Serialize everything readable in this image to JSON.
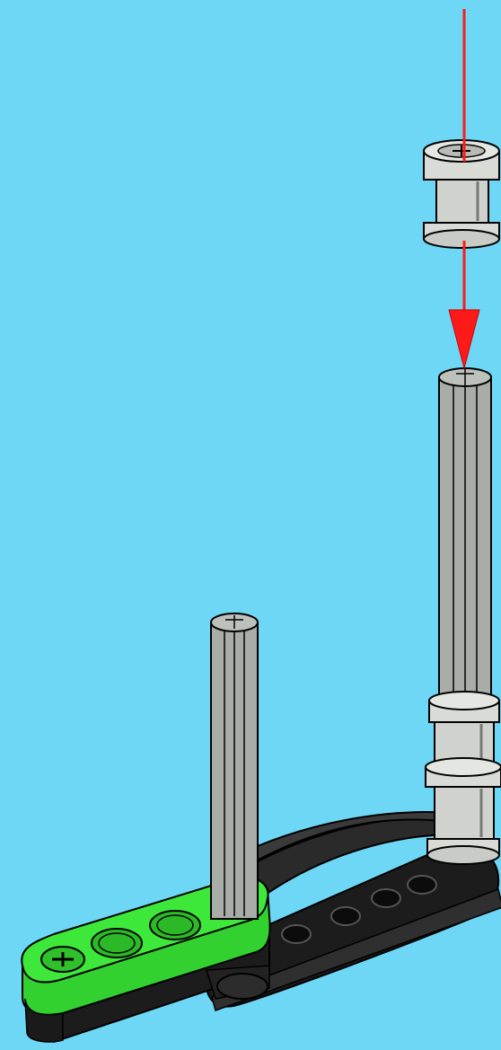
{
  "diagram": {
    "type": "assembly-instruction-step",
    "texts": [],
    "parts": [
      {
        "name": "bushing",
        "color": "#D9DCD6"
      },
      {
        "name": "tall-axle",
        "color": "#A9ADA7"
      },
      {
        "name": "short-axle",
        "color": "#A9ADA7"
      },
      {
        "name": "black-liftarm",
        "color": "#1E1E1E"
      },
      {
        "name": "green-liftarm",
        "color": "#3EE83A"
      }
    ],
    "arrow": {
      "color": "#FF1A1A",
      "direction": "down"
    }
  },
  "colors": {
    "background": "#6ED7F6",
    "arrow": "#FF1A1A",
    "green": "#3EE83A",
    "black": "#1E1E1E",
    "grey": "#A9ADA7",
    "light_grey": "#D9DCD6"
  }
}
